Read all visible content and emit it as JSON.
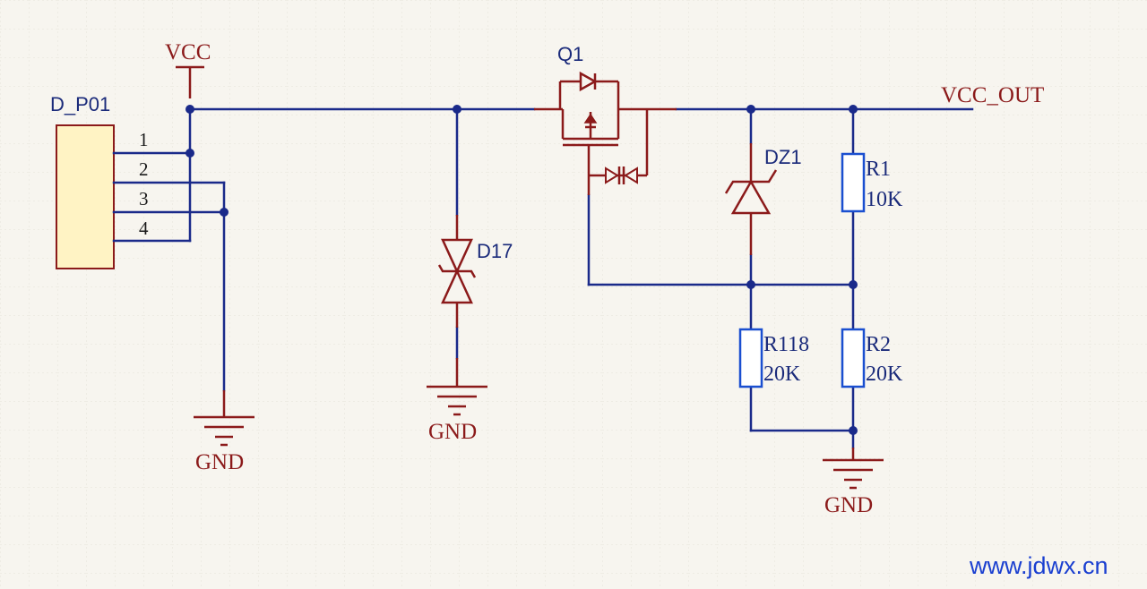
{
  "labels": {
    "connector": "D_P01",
    "pin1": "1",
    "pin2": "2",
    "pin3": "3",
    "pin4": "4",
    "vcc": "VCC",
    "vcc_out": "VCC_OUT",
    "gnd_left": "GND",
    "gnd_mid": "GND",
    "gnd_right": "GND",
    "q1": "Q1",
    "d17": "D17",
    "dz1": "DZ1",
    "r1_name": "R1",
    "r1_value": "10K",
    "r118_name": "R118",
    "r118_value": "20K",
    "r2_name": "R2",
    "r2_value": "20K"
  },
  "watermark": "www.jdwx.cn",
  "colors": {
    "background": "#f7f5ef",
    "wire": "#1a2a8a",
    "component": "#8b1a1a",
    "resistor_outline": "#1a4fd0",
    "connector_fill": "#fff3c4"
  }
}
